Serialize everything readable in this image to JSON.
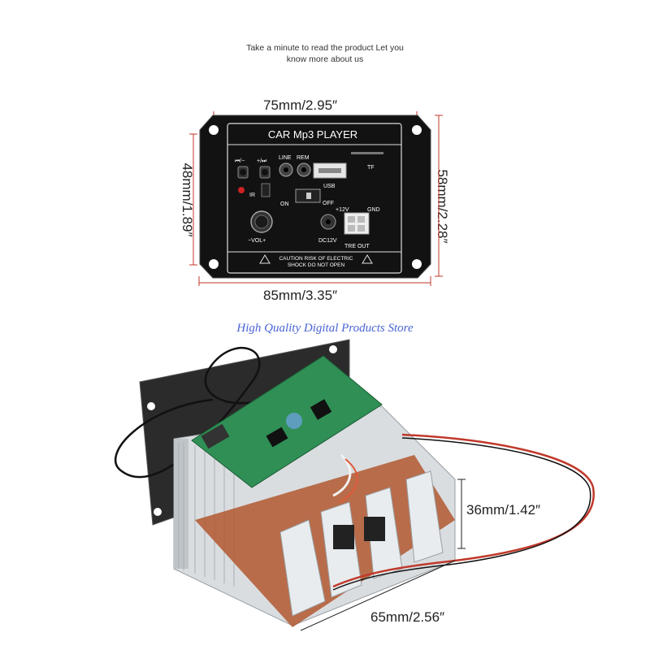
{
  "header": {
    "line1": "Take a minute to read the product Let you",
    "line2": "know more about us"
  },
  "dimensions": {
    "top_width": "75mm/2.95″",
    "bottom_width": "85mm/3.35″",
    "left_height": "48mm/1.89″",
    "right_height": "58mm/2.28″",
    "module_height": "36mm/1.42″",
    "module_width": "65mm/2.56″"
  },
  "panel": {
    "title": "CAR Mp3 PLAYER",
    "prev_label": "⏮/−",
    "next_label": "+/⏭",
    "line_label": "LINE",
    "rem_label": "REM",
    "usb_label": "USB",
    "tf_label": "TF",
    "ir_label": "IR",
    "on_label": "ON",
    "off_label": "OFF",
    "v12_label": "+12V",
    "gnd_label": "GND",
    "vol_label": "−VOL+",
    "dc_label": "DC12V",
    "tre_label": "TRE OUT",
    "caution1": "CAUTION RISK OF ELECTRIC",
    "caution2": "SHOCK DO NOT OPEN"
  },
  "store_watermark": "High Quality Digital Products Store",
  "colors": {
    "panel": "#121212",
    "pcb_green": "#2f8f55",
    "heatsink": "#d9dde0",
    "watermark": "#4a64d6",
    "wire_red": "#c0392b"
  }
}
